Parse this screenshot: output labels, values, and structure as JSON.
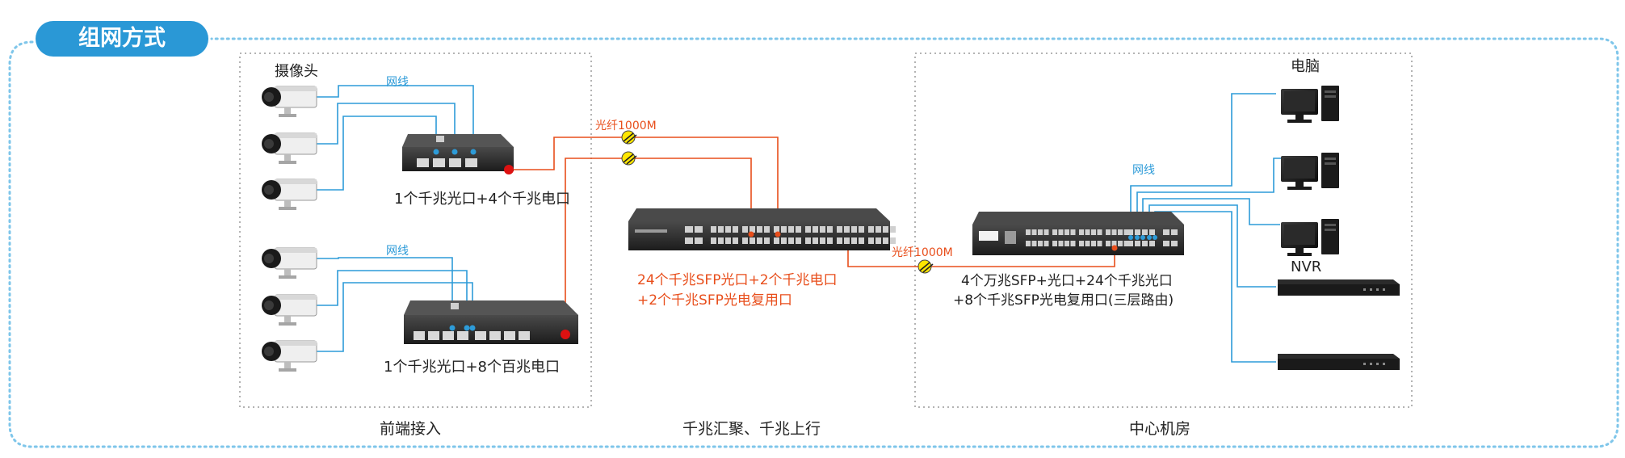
{
  "title": "组网方式",
  "zones": {
    "front": "前端接入",
    "aggregation": "千兆汇聚、千兆上行",
    "center": "中心机房"
  },
  "labels": {
    "cameras": "摄像头",
    "network_cable_top": "网线",
    "network_cable_bottom": "网线",
    "network_cable_right": "网线",
    "fiber_top": "光纤1000M",
    "fiber_middle": "光纤1000M",
    "computers": "电脑",
    "nvr": "NVR"
  },
  "devices": {
    "switch_small": {
      "caption": "1个千兆光口+4个千兆电口"
    },
    "switch_medium": {
      "caption": "1个千兆光口+8个百兆电口"
    },
    "aggregation_switch": {
      "caption_line1": "24个千兆SFP光口+2个千兆电口",
      "caption_line2": "+2个千兆SFP光电复用口"
    },
    "core_switch": {
      "caption_line1": "4个万兆SFP+光口+24个千兆光口",
      "caption_line2": "+8个千兆SFP光电复用口(三层路由)"
    }
  },
  "colors": {
    "title_bg": "#2a98d6",
    "network_cable": "#2d9bd8",
    "fiber": "#e84e1b",
    "border_dots": "#7fc6ea",
    "zone_dots": "#9a9a9a"
  }
}
